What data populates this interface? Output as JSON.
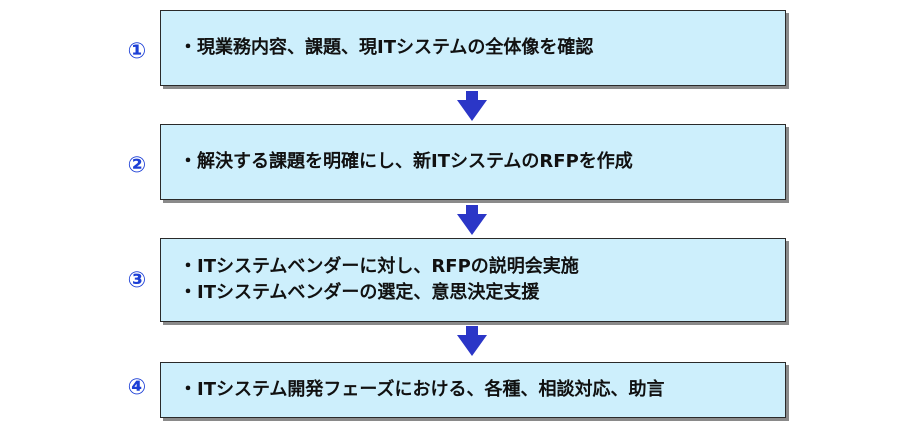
{
  "colors": {
    "box_fill": "#cdeffc",
    "box_border": "#2a2a2a",
    "number": "#1c3fd6",
    "arrow": "#2b36c7"
  },
  "steps": [
    {
      "number": "①",
      "lines": [
        "・現業務内容、課題、現ITシステムの全体像を確認"
      ]
    },
    {
      "number": "②",
      "lines": [
        "・解決する課題を明確にし、新ITシステムのRFPを作成"
      ]
    },
    {
      "number": "③",
      "lines": [
        "・ITシステムベンダーに対し、RFPの説明会実施",
        "・ITシステムベンダーの選定、意思決定支援"
      ]
    },
    {
      "number": "④",
      "lines": [
        "・ITシステム開発フェーズにおける、各種、相談対応、助言"
      ]
    }
  ]
}
